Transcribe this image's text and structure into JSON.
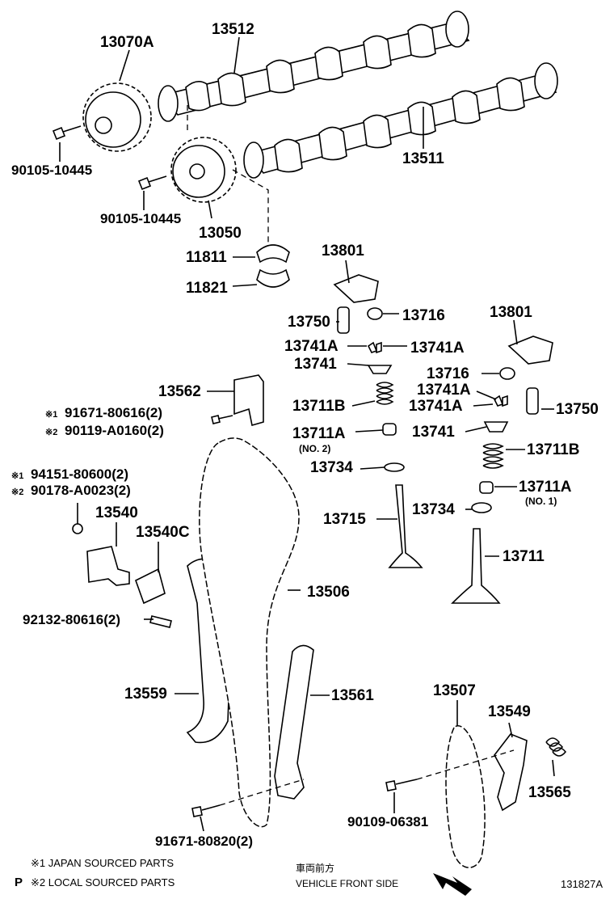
{
  "labels": {
    "p13070A": "13070A",
    "p13512": "13512",
    "p90105a": "90105-10445",
    "p90105b": "90105-10445",
    "p13511": "13511",
    "p13050": "13050",
    "p11811": "11811",
    "p11821": "11821",
    "p13801a": "13801",
    "p13750a": "13750",
    "p13716a": "13716",
    "p13741Aa": "13741A",
    "p13741Ab": "13741A",
    "p13741a": "13741",
    "p13711Ba": "13711B",
    "p13711Aa": "13711A",
    "p_no2": "(NO. 2)",
    "p13734a": "13734",
    "p13715": "13715",
    "p13801b": "13801",
    "p13716b": "13716",
    "p13741Ac": "13741A",
    "p13741Ad": "13741A",
    "p13750b": "13750",
    "p13741b": "13741",
    "p13711Bb": "13711B",
    "p13711Ab": "13711A",
    "p_no1": "(NO. 1)",
    "p13734b": "13734",
    "p13711": "13711",
    "p13562": "13562",
    "p91671a_mark": "※1",
    "p91671a": "91671-80616(2)",
    "p90119_mark": "※2",
    "p90119": "90119-A0160(2)",
    "p94151_mark": "※1",
    "p94151": "94151-80600(2)",
    "p90178_mark": "※2",
    "p90178": "90178-A0023(2)",
    "p13540": "13540",
    "p13540C": "13540C",
    "p92132": "92132-80616(2)",
    "p13506": "13506",
    "p13559": "13559",
    "p13561": "13561",
    "p13507": "13507",
    "p13549": "13549",
    "p13565": "13565",
    "p90109": "90109-06381",
    "p91671b": "91671-80820(2)"
  },
  "footnotes": {
    "japan": "※1 JAPAN SOURCED PARTS",
    "local_prefix": "P",
    "local": "※2 LOCAL SOURCED PARTS"
  },
  "direction": {
    "jp": "車両前方",
    "en": "VEHICLE FRONT SIDE"
  },
  "figure_id": "131827A"
}
